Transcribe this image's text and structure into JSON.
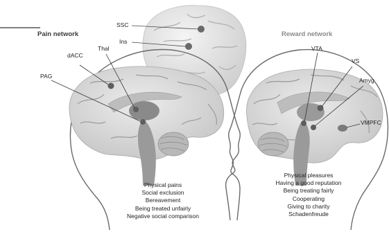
{
  "colors": {
    "pain_title": "#3a3a3a",
    "reward_title": "#8a8a8a",
    "head_outline": "#6a6a6a",
    "brain_fill": "#d9d9d9",
    "region_dot": "#5e5e5e"
  },
  "pain_network": {
    "title": "Pain network",
    "labels": {
      "dacc": "dACC",
      "thal": "Thal",
      "pag": "PAG"
    },
    "items": [
      "Physical pains",
      "Social exclusion",
      "Bereavement",
      "Being treated unfairly",
      "Negative social comparison"
    ]
  },
  "top_brain": {
    "labels": {
      "ssc": "SSC",
      "ins": "Ins"
    }
  },
  "reward_network": {
    "title": "Reward network",
    "labels": {
      "vta": "VTA",
      "vs": "VS",
      "amyg": "Amyg",
      "vmpfc": "VMPFC"
    },
    "items": [
      "Physical pleasures",
      "Having a good reputation",
      "Being treating fairly",
      "Cooperating",
      "Giving to charity",
      "Schadenfreude"
    ]
  }
}
